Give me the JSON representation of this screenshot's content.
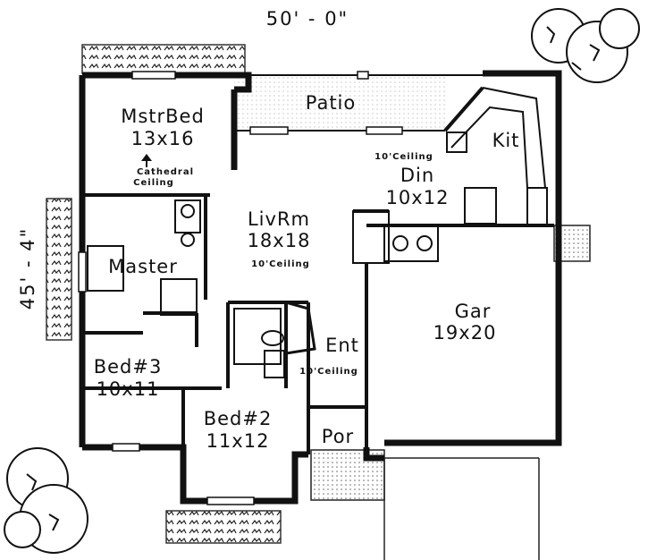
{
  "dimensions": {
    "width": "50' - 0\"",
    "depth": "45' - 4\""
  },
  "rooms": {
    "patio": {
      "name": "Patio"
    },
    "master_bed": {
      "name": "MstrBed",
      "size": "13x16",
      "note1": "Cathedral",
      "note2": "Ceiling"
    },
    "kitchen": {
      "name": "Kit"
    },
    "dining": {
      "name": "Din",
      "size": "10x12",
      "note": "10'Ceiling"
    },
    "living": {
      "name": "LivRm",
      "size": "18x18",
      "note": "10'Ceiling"
    },
    "master_bath": {
      "name": "Master"
    },
    "garage": {
      "name": "Gar",
      "size": "19x20"
    },
    "entry": {
      "name": "Ent",
      "note": "10'Ceiling"
    },
    "bed3": {
      "name": "Bed#3",
      "size": "10x11"
    },
    "bed2": {
      "name": "Bed#2",
      "size": "11x12"
    },
    "porch": {
      "name": "Por"
    }
  },
  "colors": {
    "ink": "#111111",
    "paper": "#ffffff",
    "hatch": "#555555"
  }
}
